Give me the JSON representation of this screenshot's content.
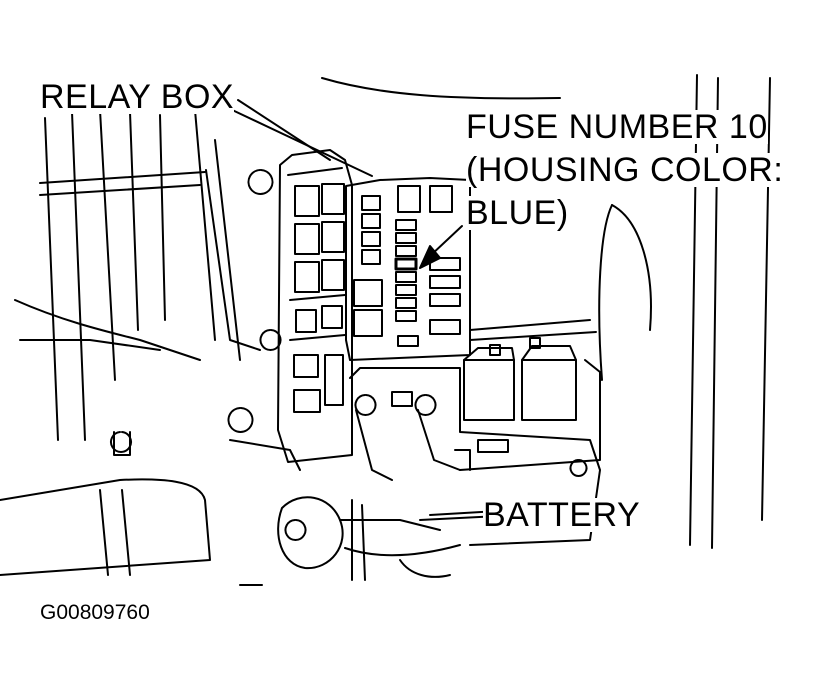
{
  "labels": {
    "relay_box": "RELAY BOX",
    "fuse_line1": "FUSE NUMBER 10",
    "fuse_line2": "(HOUSING COLOR:",
    "fuse_line3": "BLUE)",
    "battery": "BATTERY",
    "figure_code": "G00809760"
  }
}
